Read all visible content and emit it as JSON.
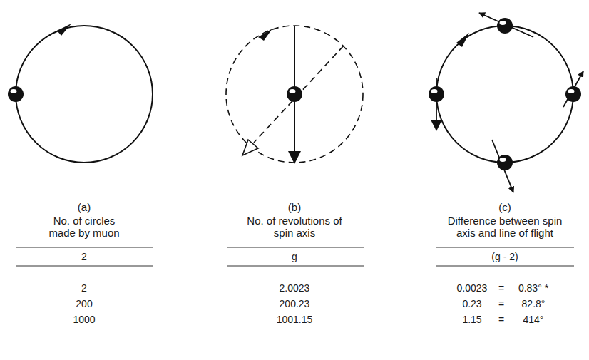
{
  "diagram": {
    "labels": [
      "(a)",
      "No. of circles made by muon",
      "(b)",
      "No. of revolutions of spin axis",
      "(c)",
      "Difference between spin axis and line of flight",
      "2",
      "g",
      "(g - 2)",
      "2",
      "2.0023",
      "0.0023",
      "=",
      "0.83° *",
      "200",
      "200.23",
      "0.23",
      "=",
      "82.8°",
      "1000",
      "1001.15",
      "1.15",
      "=",
      "414°"
    ]
  }
}
